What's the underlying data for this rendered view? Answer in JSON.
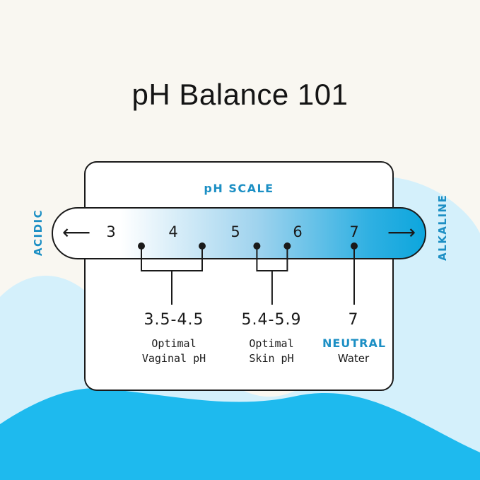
{
  "title": "pH Balance 101",
  "scale_label": "pH SCALE",
  "left_label": "ACIDIC",
  "right_label": "ALKALINE",
  "ticks": [
    "3",
    "4",
    "5",
    "6",
    "7"
  ],
  "markers": [
    {
      "range": "3.5-4.5",
      "caption_line1": "Optimal",
      "caption_line2": "Vaginal pH",
      "from": 3.5,
      "to": 4.5
    },
    {
      "range": "5.4-5.9",
      "caption_line1": "Optimal",
      "caption_line2": "Skin pH",
      "from": 5.4,
      "to": 5.9
    },
    {
      "range": "7",
      "caption_line1": "NEUTRAL",
      "caption_line2": "Water",
      "from": 7,
      "to": 7
    }
  ],
  "colors": {
    "accent": "#1c8fc4",
    "bar_end": "#0da6dd",
    "wave_light": "#d4f0fb",
    "wave_bright": "#1ebaee",
    "background": "#f9f7f1"
  },
  "icons": {
    "left_arrow": "left-arrow-icon",
    "right_arrow": "right-arrow-icon"
  }
}
